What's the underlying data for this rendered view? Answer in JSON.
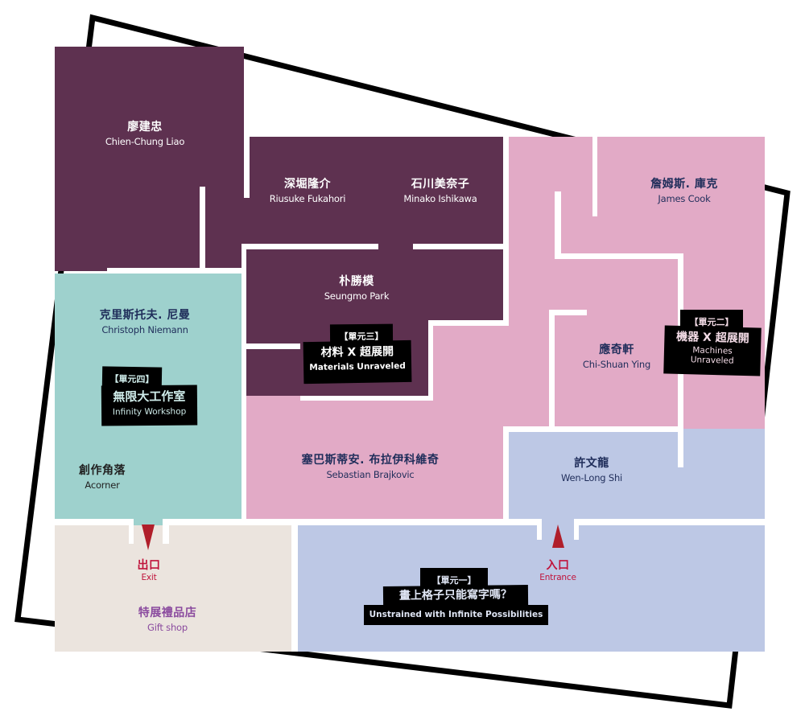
{
  "rooms": {
    "liao": {
      "zh": "廖建忠",
      "en": "Chien-Chung Liao"
    },
    "fukahori": {
      "zh": "深堀隆介",
      "en": "Riusuke Fukahori"
    },
    "ishikawa": {
      "zh": "石川美奈子",
      "en": "Minako Ishikawa"
    },
    "cook": {
      "zh": "詹姆斯. 庫克",
      "en": "James Cook"
    },
    "park": {
      "zh": "朴勝模",
      "en": "Seungmo Park"
    },
    "niemann": {
      "zh": "克里斯托夫. 尼曼",
      "en": "Christoph Niemann"
    },
    "ying": {
      "zh": "應奇軒",
      "en": "Chi-Shuan Ying"
    },
    "brajkovic": {
      "zh": "塞巴斯蒂安. 布拉伊科維奇",
      "en": "Sebastian Brajkovic"
    },
    "shi": {
      "zh": "許文龍",
      "en": "Wen-Long Shi"
    },
    "acorner": {
      "zh": "創作角落",
      "en": "Acorner"
    },
    "giftshop": {
      "zh": "特展禮品店",
      "en": "Gift shop"
    }
  },
  "doors": {
    "exit": {
      "zh": "出口",
      "en": "Exit"
    },
    "entrance": {
      "zh": "入口",
      "en": "Entrance"
    }
  },
  "units": {
    "unit1": {
      "tag": "【單元一】",
      "zh": "畫上格子只能寫字嗎？",
      "en": "Unstrained with Infinite Possibilities"
    },
    "unit2": {
      "tag": "【單元二】",
      "zh": "機器 X 超展開",
      "en1": "Machines",
      "en2": "Unraveled"
    },
    "unit3": {
      "tag": "【單元三】",
      "zh": "材料 X 超展開",
      "en": "Materials Unraveled"
    },
    "unit4": {
      "tag": "【單元四】",
      "zh": "無限大工作室",
      "en": "Infinity Workshop"
    }
  },
  "colors": {
    "purple": "#5e3150",
    "pink": "#e2aac6",
    "teal": "#9ed1cd",
    "beige": "#ebe4de",
    "lavender": "#bdc8e5",
    "arrow": "#b01e2a"
  }
}
